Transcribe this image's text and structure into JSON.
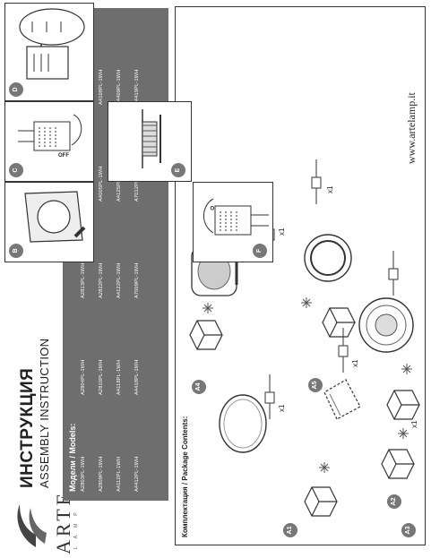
{
  "header": {
    "brand": "ARTE",
    "brand_sub": "LAMP",
    "title": "ИНСТРУКЦИЯ",
    "subtitle": "ASSEMBLY INSTRUCTION",
    "version_letter": "A"
  },
  "models": {
    "heading": "Модели / Models:",
    "list": [
      "A2803PL-1WH",
      "A2804PL-1WH",
      "A2813PL-1WH",
      "A2816PL-1WH",
      "A2820PL-1WH",
      "A2809PL-1WH",
      "A2810PL-1WH",
      "A2822PL-1WH",
      "A4005PL-1WH",
      "A4108PL-1WH",
      "A4112PL-1WH",
      "A4118PL-1WH",
      "A4122PL-1WH",
      "A4125PL-1WH",
      "A4409PL-1WH",
      "A4412PL-1WH",
      "A4418PL-1WH",
      "A7009PL-1WH",
      "A7012PL-1WH",
      "A4419PL-1WH"
    ]
  },
  "package": {
    "heading": "Комплектация / Package Contents:",
    "items": [
      {
        "label": "A1",
        "qty": "x1"
      },
      {
        "label": "A2",
        "qty": "x1"
      },
      {
        "label": "A3",
        "qty": "x1"
      },
      {
        "label": "A4",
        "qty": "x1"
      },
      {
        "label": "A5",
        "qty": "x1"
      }
    ]
  },
  "steps": [
    {
      "label": "B",
      "note": ""
    },
    {
      "label": "C",
      "note": "OFF"
    },
    {
      "label": "D",
      "note": ""
    },
    {
      "label": "E",
      "note": ""
    },
    {
      "label": "F",
      "note": "ON"
    }
  ],
  "website": "www.artelamp.it",
  "colors": {
    "panel_gray": "#6e6e6e",
    "line": "#333333"
  }
}
